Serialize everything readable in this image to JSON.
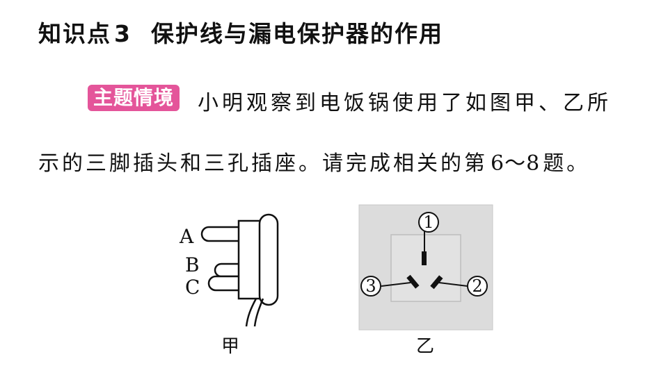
{
  "heading": {
    "prefix": "知识点",
    "number": "3",
    "title": "保护线与漏电保护器的作用"
  },
  "scenario": {
    "badge": "主题情境",
    "line1": "小明观察到电饭锅使用了如图甲、乙所",
    "line2_start": "示的三脚插头和三孔插座。请完成相关的第",
    "line2_range": "6～8",
    "line2_end": "题。"
  },
  "figure_plug": {
    "pin_a": "A",
    "pin_b": "B",
    "pin_c": "C",
    "caption": "甲"
  },
  "figure_socket": {
    "hole_1": "1",
    "hole_2": "2",
    "hole_3": "3",
    "caption": "乙"
  },
  "colors": {
    "badge_bg": "#e4559a",
    "socket_plate": "#dcdcdc"
  }
}
